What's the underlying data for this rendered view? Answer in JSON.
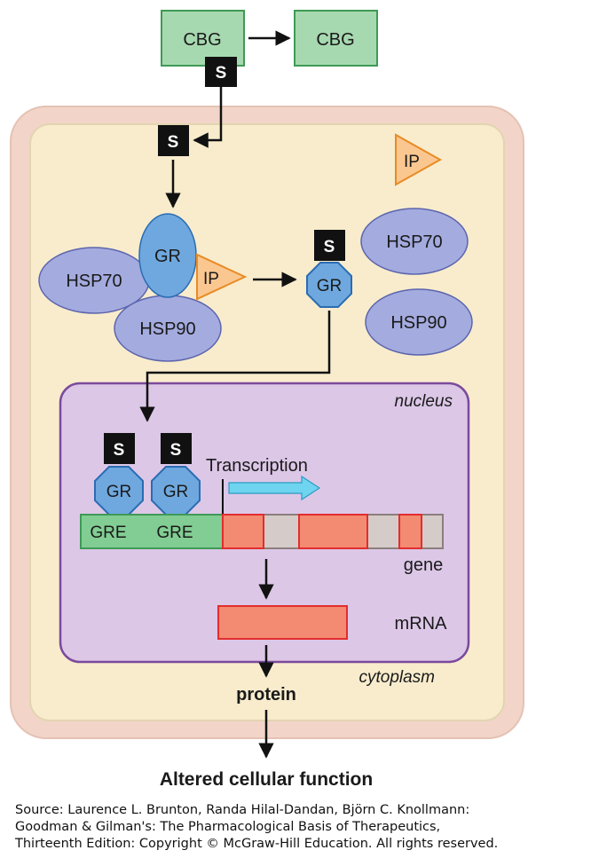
{
  "colors": {
    "cell_membrane": "#f2d5c8",
    "cytoplasm": "#f8eccd",
    "nucleus": "#dcc7e7",
    "nucleus_border": "#7b4a9c",
    "cbg_fill": "#a7d9b0",
    "cbg_border": "#3e9a56",
    "hsp_fill": "#a4abdf",
    "gr_fill": "#6fa8de",
    "gr_border": "#2a6cb3",
    "ip_fill": "#fbc790",
    "ip_border": "#e88b26",
    "gre_fill": "#82cd93",
    "exon_fill": "#f38a72",
    "exon_border": "#e32d2d",
    "intron_fill": "#d5cbc9",
    "transcription_arrow": "#6fd4ef"
  },
  "labels": {
    "cbg_bound": "CBG",
    "cbg_free": "CBG",
    "steroid": "S",
    "ip": "IP",
    "gr": "GR",
    "hsp70": "HSP70",
    "hsp90": "HSP90",
    "nucleus": "nucleus",
    "cytoplasm": "cytoplasm",
    "transcription": "Transcription",
    "gre": "GRE",
    "gene": "gene",
    "mrna": "mRNA",
    "protein": "protein",
    "altered_function": "Altered cellular function"
  },
  "source": {
    "line1": "Source: Laurence L. Brunton, Randa Hilal-Dandan, Björn C. Knollmann:",
    "line2": "Goodman & Gilman's: The Pharmacological Basis of Therapeutics,",
    "line3": "Thirteenth Edition: Copyright © McGraw-Hill Education. All rights reserved."
  }
}
